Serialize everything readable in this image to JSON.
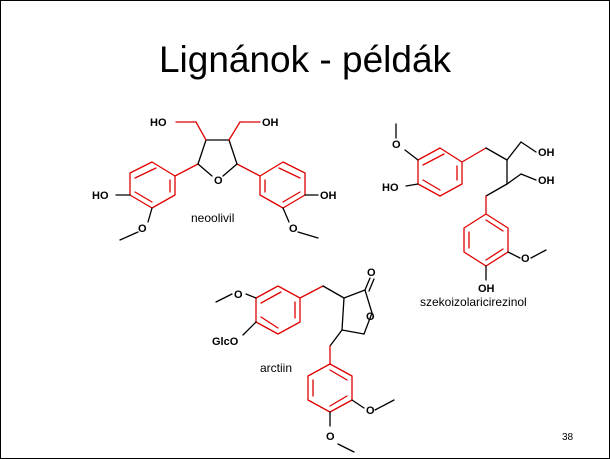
{
  "slide": {
    "title": "Lignánok - példák",
    "page_number": "38"
  },
  "molecules": {
    "neoolivil": {
      "name": "neoolivil",
      "labels": [
        "HO",
        "OH",
        "O",
        "HO",
        "O",
        "OH",
        "O"
      ]
    },
    "seco": {
      "name": "szekoizolaricirezinol",
      "labels": [
        "O",
        "HO",
        "OH",
        "OH",
        "OH",
        "O"
      ]
    },
    "arctiin": {
      "name": "arctiin",
      "labels": [
        "O",
        "O",
        "GlcO",
        "O",
        "O",
        "O"
      ]
    }
  },
  "colors": {
    "highlight": "#e00000",
    "bond": "#000000"
  }
}
